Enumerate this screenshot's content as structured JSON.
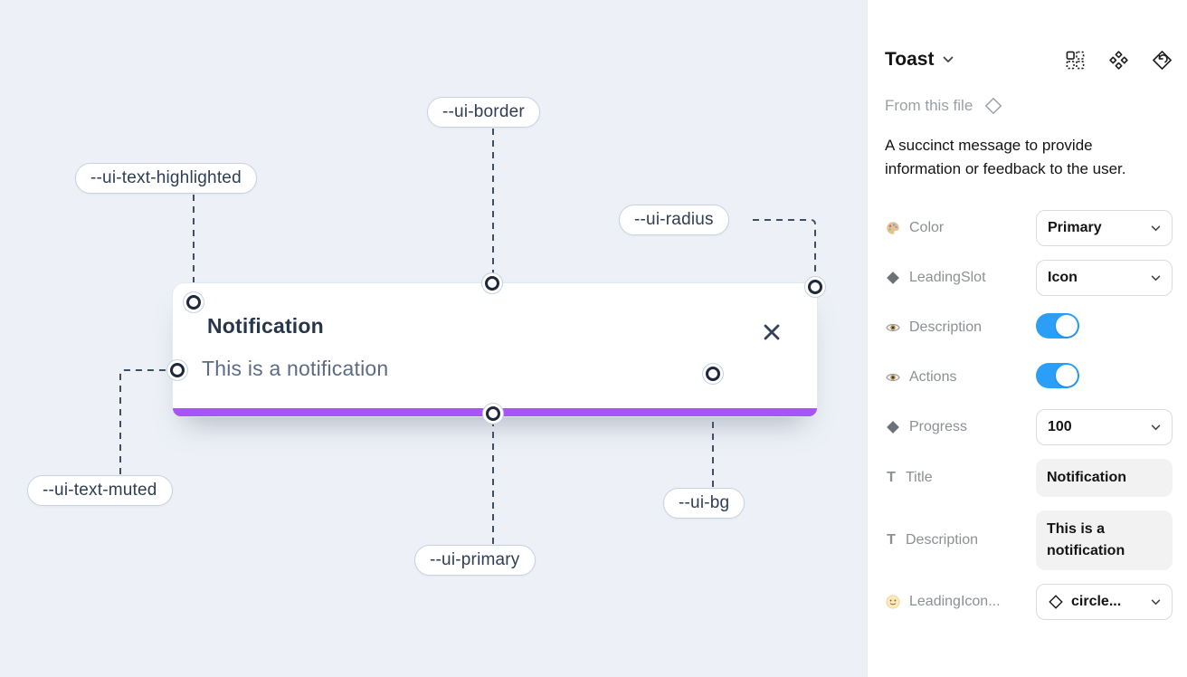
{
  "canvas": {
    "toast": {
      "title": "Notification",
      "description": "This is a notification",
      "close_icon": "x-icon",
      "progress_color": "#a855f7",
      "progress_value": 100
    },
    "labels": {
      "border": "--ui-border",
      "text_highlighted": "--ui-text-highlighted",
      "radius": "--ui-radius",
      "text_muted": "--ui-text-muted",
      "primary": "--ui-primary",
      "bg": "--ui-bg"
    },
    "colors": {
      "canvas_bg": "#edf1f7",
      "card_bg": "#ffffff",
      "title_text": "#27364b",
      "muted_text": "#5d6c84",
      "connector": "#3f4f63"
    }
  },
  "panel": {
    "title": "Toast",
    "title_chevron": "chevron-down-icon",
    "header_icons": [
      "instance-grid-icon",
      "component-icon",
      "swap-instance-icon"
    ],
    "source": "From this file",
    "source_icon": "diamond-outline-icon",
    "description": "A succinct message to provide information or feedback to the user.",
    "accent_toggle_color": "#2b9ff7",
    "properties": [
      {
        "icon": "palette-icon",
        "label": "Color",
        "control": "select",
        "value": "Primary"
      },
      {
        "icon": "diamond-icon",
        "label": "LeadingSlot",
        "control": "select",
        "value": "Icon"
      },
      {
        "icon": "eye-icon",
        "label": "Description",
        "control": "toggle",
        "enabled": true
      },
      {
        "icon": "eye-icon",
        "label": "Actions",
        "control": "toggle",
        "enabled": true
      },
      {
        "icon": "diamond-icon",
        "label": "Progress",
        "control": "select",
        "value": "100"
      },
      {
        "icon": "text-icon",
        "label": "Title",
        "control": "text-field",
        "value": "Notification"
      },
      {
        "icon": "text-icon",
        "label": "Description",
        "control": "text-field",
        "value": "This is a notification"
      },
      {
        "icon": "smiley-icon",
        "label": "LeadingIcon...",
        "control": "select",
        "value": "circle...",
        "value_icon": "diamond-outline-icon"
      }
    ]
  }
}
